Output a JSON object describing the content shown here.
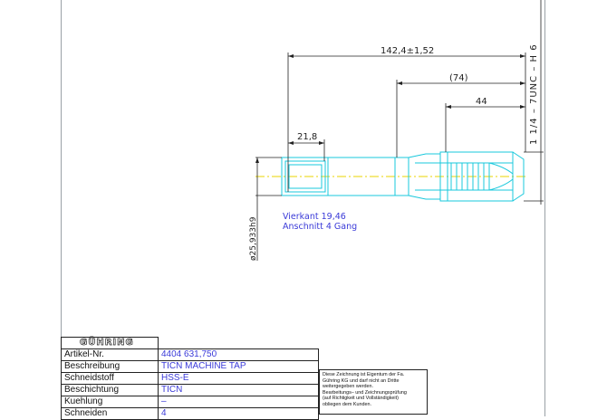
{
  "drawing": {
    "dim_overall": "142,4±1,52",
    "dim_ref": "(74)",
    "dim_thread": "44",
    "dim_square_len": "21,8",
    "dim_diameter": "ø25,933h9",
    "thread_spec": "1  1/4  –  7UNC  –  H 6",
    "note_line1": "Vierkant 19,46",
    "note_line2": "Anschnitt 4 Gang"
  },
  "title_block": {
    "logo": "GÜHRING",
    "rows": [
      {
        "label": "Artikel-Nr.",
        "value": "4404 631,750"
      },
      {
        "label": "Beschreibung",
        "value": "TICN MACHINE TAP"
      },
      {
        "label": "Schneidstoff",
        "value": "HSS-E"
      },
      {
        "label": "Beschichtung",
        "value": "TICN"
      },
      {
        "label": "Kuehlung",
        "value": "–"
      },
      {
        "label": "Schneiden",
        "value": "4"
      }
    ],
    "notice": [
      "Diese Zeichnung ist Eigentum der Fa.",
      "Gühring KG und darf nicht an Dritte",
      "weitergegeben werden.",
      "Bearbeitungs– und Zeichnungsprüfung",
      "(auf Richtigkeit und Vollständigkeit)",
      "obliegen dem Kunden."
    ]
  }
}
